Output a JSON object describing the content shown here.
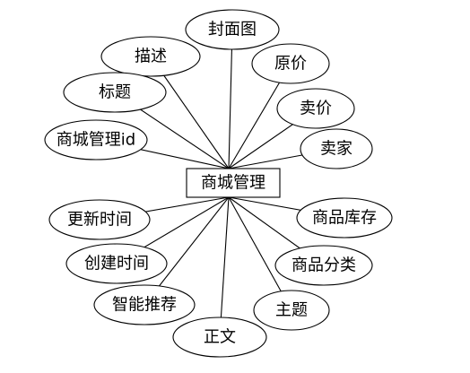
{
  "diagram": {
    "entity": {
      "label": "商城管理"
    },
    "attributes": [
      {
        "key": "cover",
        "label": "封面图"
      },
      {
        "key": "description",
        "label": "描述"
      },
      {
        "key": "original-price",
        "label": "原价"
      },
      {
        "key": "title",
        "label": "标题"
      },
      {
        "key": "sale-price",
        "label": "卖价"
      },
      {
        "key": "mall-id",
        "label": "商城管理id"
      },
      {
        "key": "seller",
        "label": "卖家"
      },
      {
        "key": "updated-time",
        "label": "更新时间"
      },
      {
        "key": "stock",
        "label": "商品库存"
      },
      {
        "key": "created-time",
        "label": "创建时间"
      },
      {
        "key": "category",
        "label": "商品分类"
      },
      {
        "key": "smart-recommend",
        "label": "智能推荐"
      },
      {
        "key": "topic",
        "label": "主题"
      },
      {
        "key": "body-text",
        "label": "正文"
      }
    ]
  }
}
